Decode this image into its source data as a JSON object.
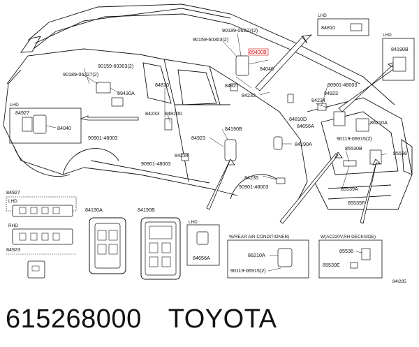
{
  "caption": {
    "part_number": "615268000",
    "brand": "TOYOTA"
  },
  "sheet_code": "84I285",
  "box_titles": {
    "lhd_top_right": "LHD",
    "lhd_right": "LHD",
    "lhd_left": "LHD",
    "lhd_inner": "LHD",
    "rhd_inner": "RHD",
    "lhd_small": "LHD",
    "rear_air": "W/REAR AIR CONDITIONER)",
    "ac220": "W(AC220V,RH DECKSIDE)"
  },
  "callouts": {
    "c84810_box": "84810",
    "c84190B_box": "84190B",
    "c90189_top": "90189-06227(2)",
    "c90159_top": "90159-60303(2)",
    "c89430B": "89430B",
    "c84040_top": "84040",
    "c84927_mid": "84927",
    "c84233_mid": "84233",
    "c90901_a": "90901-48003",
    "c84923": "84923",
    "c84234_right": "84234",
    "c84810D_right": "84810D",
    "c84656A_right": "84656A",
    "c90159_left": "90159-60303(2)",
    "c90189_left": "90189-06227(2)",
    "c89430A": "89430A",
    "c84810": "84810",
    "c84233_left": "84233",
    "c84810D_left": "84810D",
    "c84927_box": "84927",
    "c84040_box": "84040",
    "c90901_b": "90901-48003",
    "c84923_left": "84923",
    "c84190B_mid": "84190B",
    "c84234_left": "84234",
    "c90901_c": "90901-48003",
    "c84190A_mid": "84190A",
    "c86210A_right": "86210A",
    "c90119_right": "90119-06915(2)",
    "c85530B": "85530B",
    "c85536_right": "85536",
    "c84235": "84235",
    "c90901_d": "90901-48003",
    "c85539A": "85539A",
    "c85535F": "85535F",
    "c84927_bottom": "84927",
    "c84190A_bottom": "84190A",
    "c84190B_bottom": "84190B",
    "c84656A_bottom": "84656A",
    "c86210A_bottom": "86210A",
    "c90119_bottom": "90119-06915(2)",
    "c85536_bottom": "85536",
    "c85530E": "85530E",
    "c84923_bottom": "84923"
  },
  "colors": {
    "highlight": "#d40000",
    "line": "#111111"
  }
}
